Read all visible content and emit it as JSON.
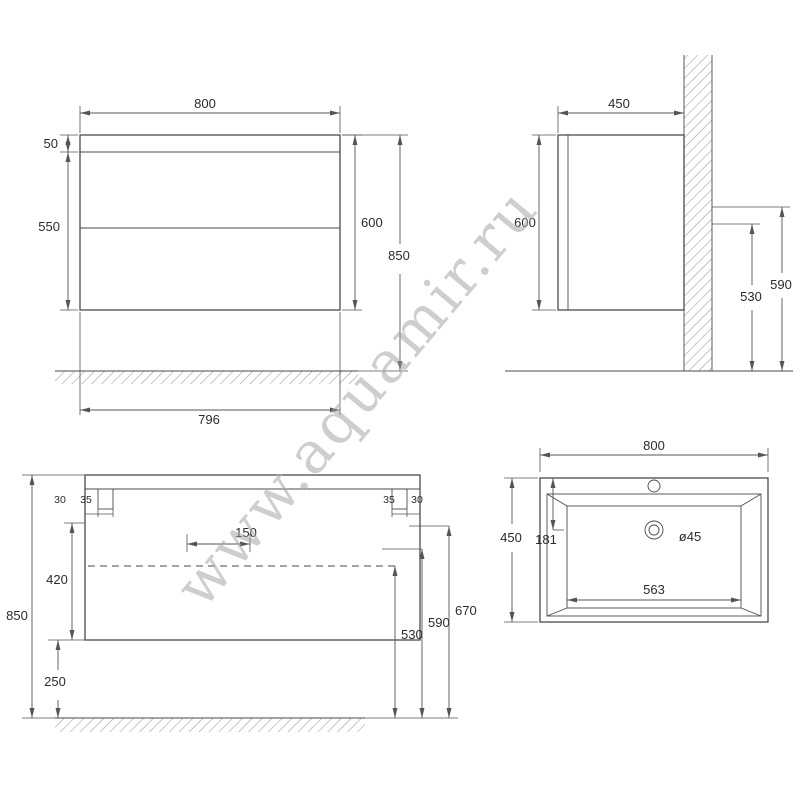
{
  "watermark": "www.aquamir.ru",
  "palette": {
    "line": "#4a4a4a",
    "dimension": "#555555",
    "text": "#2b2b2b",
    "watermark": "#9f9f9f",
    "background": "#ffffff"
  },
  "views": {
    "front": {
      "width_top": "800",
      "top_panel": "50",
      "drawer_zone": "550",
      "height": "600",
      "height_from_floor": "850",
      "width_bottom": "796"
    },
    "side": {
      "depth": "450",
      "height": "600",
      "h_supply": "530",
      "h_drain": "590"
    },
    "mounting": {
      "off_l": "30",
      "brk_l": "35",
      "brk_r": "35",
      "off_r": "30",
      "span": "150",
      "drop": "420",
      "total": "850",
      "gap": "250",
      "h530": "530",
      "h590": "590",
      "h670": "670"
    },
    "basin": {
      "width": "800",
      "depth": "450",
      "drain_off": "181",
      "drain_d": "ø45",
      "inner_w": "563"
    }
  }
}
